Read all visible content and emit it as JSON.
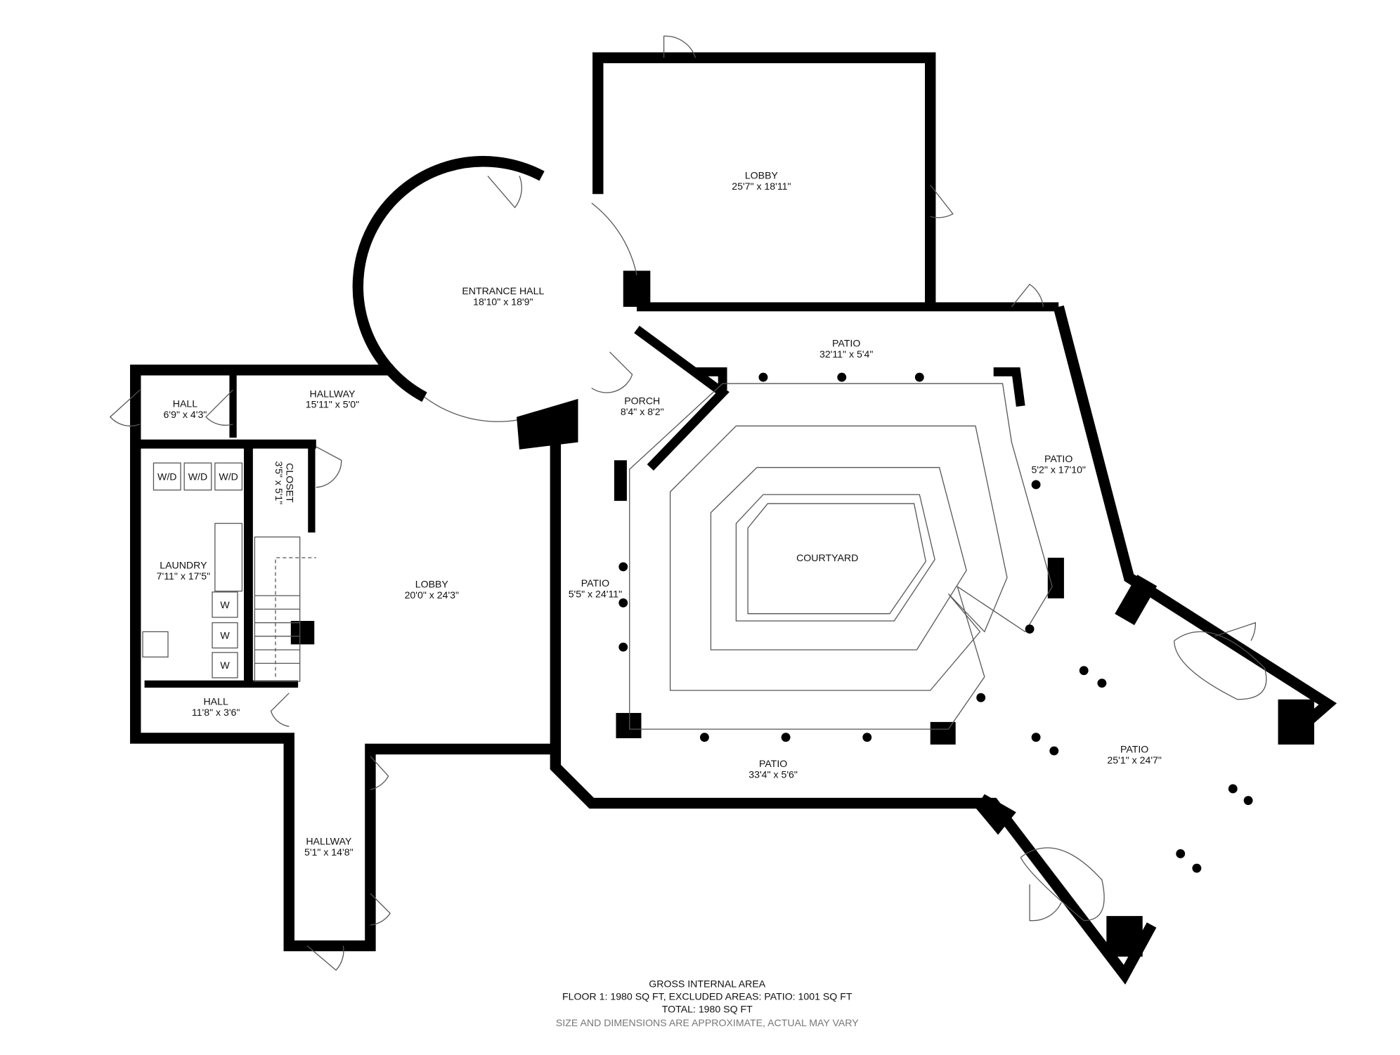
{
  "rooms": {
    "lobby_upper": {
      "name": "LOBBY",
      "dims": "25'7\" x 18'11\""
    },
    "entrance_hall": {
      "name": "ENTRANCE HALL",
      "dims": "18'10\" x 18'9\""
    },
    "patio_top": {
      "name": "PATIO",
      "dims": "32'11\" x 5'4\""
    },
    "porch": {
      "name": "PORCH",
      "dims": "8'4\" x 8'2\""
    },
    "hall_small": {
      "name": "HALL",
      "dims": "6'9\" x 4'3\""
    },
    "hallway_upper": {
      "name": "HALLWAY",
      "dims": "15'11\" x 5'0\""
    },
    "closet": {
      "name": "CLOSET",
      "dims": "3'5\" x 5'1\""
    },
    "patio_right": {
      "name": "PATIO",
      "dims": "5'2\" x 17'10\""
    },
    "laundry": {
      "name": "LAUNDRY",
      "dims": "7'11\" x 17'5\""
    },
    "lobby_lower": {
      "name": "LOBBY",
      "dims": "20'0\" x 24'3\""
    },
    "patio_left": {
      "name": "PATIO",
      "dims": "5'5\" x 24'11\""
    },
    "courtyard": {
      "name": "COURTYARD"
    },
    "hall_lower": {
      "name": "HALL",
      "dims": "11'8\" x 3'6\""
    },
    "patio_bottom": {
      "name": "PATIO",
      "dims": "33'4\" x 5'6\""
    },
    "patio_se": {
      "name": "PATIO",
      "dims": "25'1\" x 24'7\""
    },
    "hallway_lower": {
      "name": "HALLWAY",
      "dims": "5'1\" x 14'8\""
    }
  },
  "appliances": {
    "wd": "W/D",
    "w": "W"
  },
  "footer": {
    "title": "GROSS INTERNAL AREA",
    "floor": "FLOOR 1: 1980 SQ FT, EXCLUDED AREAS: PATIO: 1001 SQ FT",
    "total": "TOTAL: 1980 SQ FT",
    "disclaimer": "SIZE AND DIMENSIONS ARE APPROXIMATE, ACTUAL MAY VARY"
  }
}
